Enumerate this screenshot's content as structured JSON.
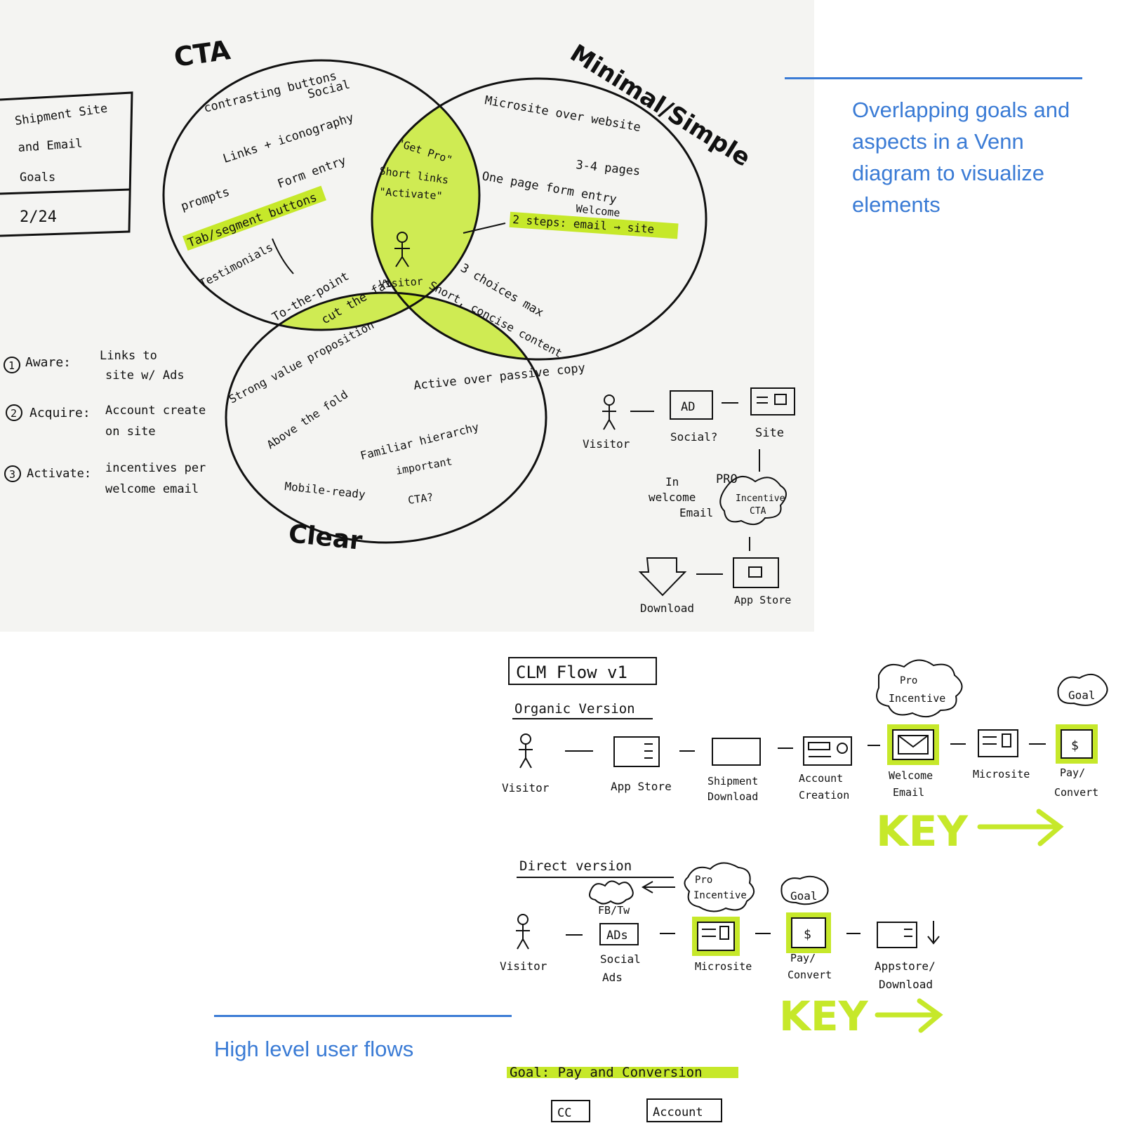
{
  "captions": {
    "venn": "Overlapping goals and aspects in a Venn diagram to visualize elements",
    "flows": "High level user flows"
  },
  "colors": {
    "highlight": "#c6e82a",
    "caption_blue": "#3a7bd5",
    "ink": "#111111"
  },
  "header_box": {
    "title_lines": [
      "Shipment Site",
      "and Email",
      "Goals"
    ],
    "date": "2/24"
  },
  "venn": {
    "labels": {
      "cta": "CTA",
      "minimal": "Minimal/Simple",
      "clear": "Clear"
    },
    "cta_items": [
      "contrasting buttons",
      "Social",
      "Links + iconography",
      "Form entry",
      "prompts",
      "Tab/segment buttons",
      "Testimonials"
    ],
    "minimal_items": [
      "Microsite over website",
      "3-4 pages",
      "One page form entry",
      "Welcome",
      "2 steps: email → site"
    ],
    "cta_minimal_items": [
      "\"Get Pro\"",
      "Short links",
      "\"Activate\""
    ],
    "cta_clear_items": [
      "To-the-point",
      "cut the fat"
    ],
    "minimal_clear_items": [
      "3 choices max",
      "Short, concise content"
    ],
    "center": "Visitor",
    "clear_items": [
      "Strong value proposition",
      "Active over passive copy",
      "Above the fold",
      "Familiar hierarchy",
      "important",
      "CTA?",
      "Mobile-ready"
    ]
  },
  "funnel_steps": [
    {
      "num": "1",
      "name": "Aware:",
      "desc_lines": [
        "Links to",
        "site w/ Ads"
      ]
    },
    {
      "num": "2",
      "name": "Acquire:",
      "desc_lines": [
        "Account create",
        "on site"
      ]
    },
    {
      "num": "3",
      "name": "Activate:",
      "desc_lines": [
        "incentives per",
        "welcome email"
      ]
    }
  ],
  "mini_flow": {
    "visitor": "Visitor",
    "ad_box": "AD",
    "social": "Social?",
    "site": "Site",
    "in_welcome": [
      "In",
      "welcome",
      "Email"
    ],
    "pro": "PRO",
    "cloud": [
      "Incentive",
      "CTA"
    ],
    "app_store": "App Store",
    "download": "Download"
  },
  "clm": {
    "title": "CLM Flow v1",
    "organic": {
      "label": "Organic Version",
      "steps": [
        {
          "label_lines": [
            "Visitor"
          ]
        },
        {
          "label_lines": [
            "App Store"
          ]
        },
        {
          "label_lines": [
            "Shipment",
            "Download"
          ]
        },
        {
          "label_lines": [
            "Account",
            "Creation"
          ]
        },
        {
          "label_lines": [
            "Welcome",
            "Email"
          ]
        },
        {
          "label_lines": [
            "Microsite"
          ]
        },
        {
          "label_lines": [
            "Pay/",
            "Convert"
          ]
        }
      ],
      "cloud_pro": [
        "Pro",
        "Incentive"
      ],
      "goal": "Goal",
      "key": "KEY"
    },
    "direct": {
      "label": "Direct version",
      "fb": "FB/Tw",
      "ads_box": "ADs",
      "steps": [
        {
          "label_lines": [
            "Visitor"
          ]
        },
        {
          "label_lines": [
            "Social",
            "Ads"
          ]
        },
        {
          "label_lines": [
            "Microsite"
          ]
        },
        {
          "label_lines": [
            "Pay/",
            "Convert"
          ]
        },
        {
          "label_lines": [
            "Appstore/",
            "Download"
          ]
        }
      ],
      "cloud_pro": [
        "Pro",
        "Incentive"
      ],
      "goal": "Goal",
      "key": "KEY"
    },
    "goal_line": "Goal: Pay and Conversion",
    "goal_boxes": [
      "CC",
      "Account"
    ]
  }
}
